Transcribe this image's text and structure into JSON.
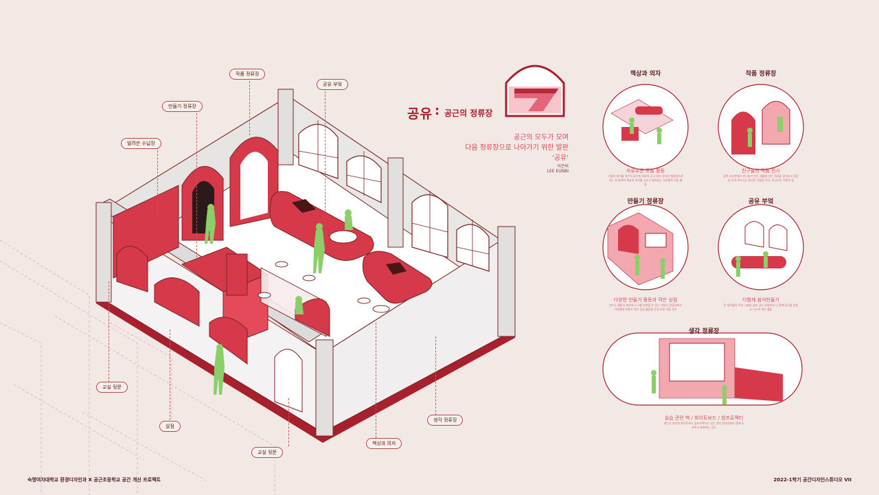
{
  "title": {
    "main": "공유",
    "colon": ":",
    "sub": "공근의 정류장"
  },
  "tagline": {
    "line1": "공근의 모두가 모여",
    "line2": "다음 정류장으로 나아가기 위한 발판",
    "line3": "'공유'",
    "author_kr": "이은비",
    "author_en": "LEE EUNBI"
  },
  "labels": {
    "works_station": "작품 정류장",
    "share_kitchen": "공유 부엌",
    "making_station": "만들기 정류장",
    "borrow_storage": "빌려쓴 수납장",
    "class_front": "교실 뒷문",
    "hallway": "살점",
    "class_back": "교실 뒷문",
    "desk_chair": "책상과 의자",
    "thinking_station": "생각 정류장"
  },
  "panels": [
    {
      "title": "책상과 의자",
      "sub": "자유로운 모둠 활동",
      "desc": "기둥의 테이블 위주의 공간에 외부의 공고 정보 정리된 벨류장으로 가는 길 위에서 책상과 의자를 심조고 펼쳐지는 자유롭게 모둠 활동"
    },
    {
      "title": "작품 정류장",
      "sub": "친구들의 작품 전시",
      "desc": "원목 타공판에서 친구들이 만든 새롭게 만든 작품을 걸어놓고 정류장 아치 모으시는 정리된 작품을 전시, 작시키는 작품의 정"
    },
    {
      "title": "만들기 정류장",
      "sub": "다양한 만들기 활동과 작은 상점",
      "desc": "만드는 활동의 재료와 도구를 보관할 수 있는 만들기 정류장에서 자유롭게 만들기 작은 상점 활동을 운영 또한 작품 전시"
    },
    {
      "title": "공유 부엌",
      "sub": "다함께 음식만들기",
      "desc": "큰 테이블과 주방 시설을 갖춘 공유 부엌에서 다 함께 음식을 만들고 나누어 먹는 활동"
    },
    {
      "title": "생각 정류장",
      "sub": "실습 관련 책 / 화이트보드 / 빔프로젝터",
      "desc": "계단식 좌석과 화이트보드 빔프로젝터가 있는 생각 정류장에서 함께 토론하고 발표하는 공간"
    }
  ],
  "footer": {
    "left": "숙명여자대학교 환경디자인과 X 공근초등학교 공간 개선 프로젝트",
    "right": "2022-1학기 공간디자인스튜디오 VII"
  },
  "colors": {
    "background": "#f3e9e4",
    "accent_red": "#d63a4a",
    "dark_red": "#a81f2e",
    "pink": "#f3a8b0",
    "green": "#8ccf6a",
    "wall_gray": "#dcdcdc",
    "floor_white": "#ffffff"
  }
}
